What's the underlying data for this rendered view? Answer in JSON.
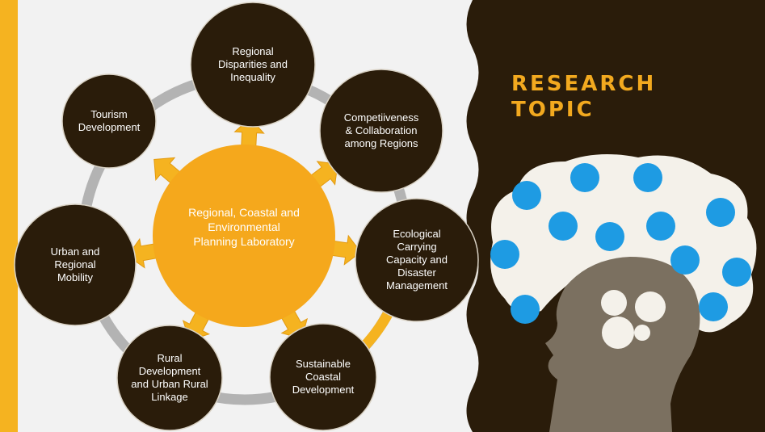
{
  "slide": {
    "title_lines": [
      "RESEARCH",
      "TOPIC"
    ],
    "center": {
      "lines": [
        "Regional, Coastal and",
        "Environmental",
        "Planning Laboratory"
      ]
    },
    "topics": [
      {
        "lines": [
          "Regional",
          "Disparities and",
          "Inequality"
        ]
      },
      {
        "lines": [
          "Competiiveness",
          "& Collaboration",
          "among Regions"
        ]
      },
      {
        "lines": [
          "Ecological",
          "Carrying",
          "Capacity and",
          "Disaster",
          "Management"
        ]
      },
      {
        "lines": [
          "Sustainable",
          "Coastal",
          "Development"
        ]
      },
      {
        "lines": [
          "Rural",
          "Development",
          "and Urban Rural",
          "Linkage"
        ]
      },
      {
        "lines": [
          "Urban and",
          "Regional",
          "Mobility"
        ]
      },
      {
        "lines": [
          "Tourism",
          "Development"
        ]
      }
    ],
    "illustration": "head-with-science-icons"
  },
  "colors": {
    "accent": "#f5a81c",
    "dark": "#2a1c0a",
    "ring": "#b3b3b3",
    "icon_blue": "#1e9be3",
    "background": "#f2f2f2"
  }
}
